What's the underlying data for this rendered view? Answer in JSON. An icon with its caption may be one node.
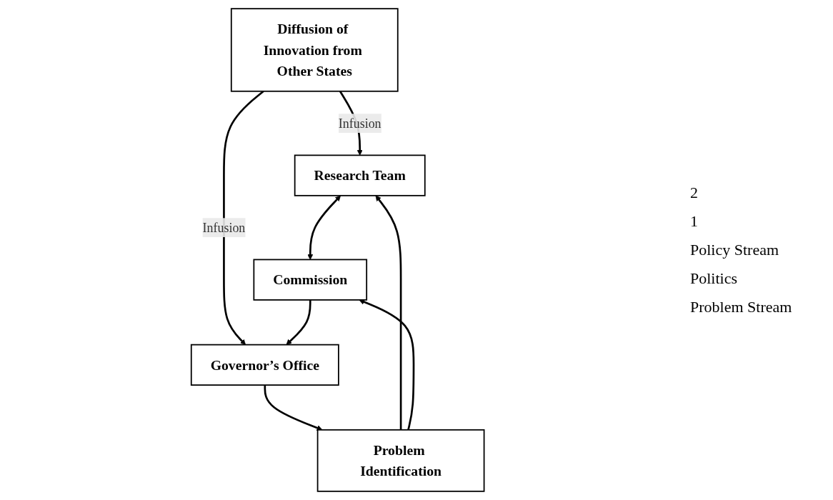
{
  "diagram": {
    "nodes": [
      {
        "text": [
          "Diffusion of Innovation from Other States"
        ]
      },
      {
        "text": [
          "Research Team"
        ]
      },
      {
        "text": [
          "Commission"
        ]
      },
      {
        "text": [
          "Governor’s Office"
        ]
      },
      {
        "text": [
          "Problem Identification"
        ]
      }
    ],
    "edges": [
      {
        "from": 0,
        "to": 1,
        "arrow": "to",
        "label": "Infusion"
      },
      {
        "from": 0,
        "to": 3,
        "arrow": "to",
        "label": "Infusion"
      },
      {
        "from": 1,
        "to": 2,
        "arrow": "both"
      },
      {
        "from": 2,
        "to": 3,
        "arrow": "to"
      },
      {
        "from": 4,
        "to": 1,
        "arrow": "to"
      },
      {
        "from": 4,
        "to": 2,
        "arrow": "to"
      },
      {
        "from": 3,
        "to": 4,
        "arrow": "to"
      }
    ],
    "labels": [
      "2",
      "1",
      "Policy Stream",
      "Politics",
      "Problem Stream"
    ]
  }
}
